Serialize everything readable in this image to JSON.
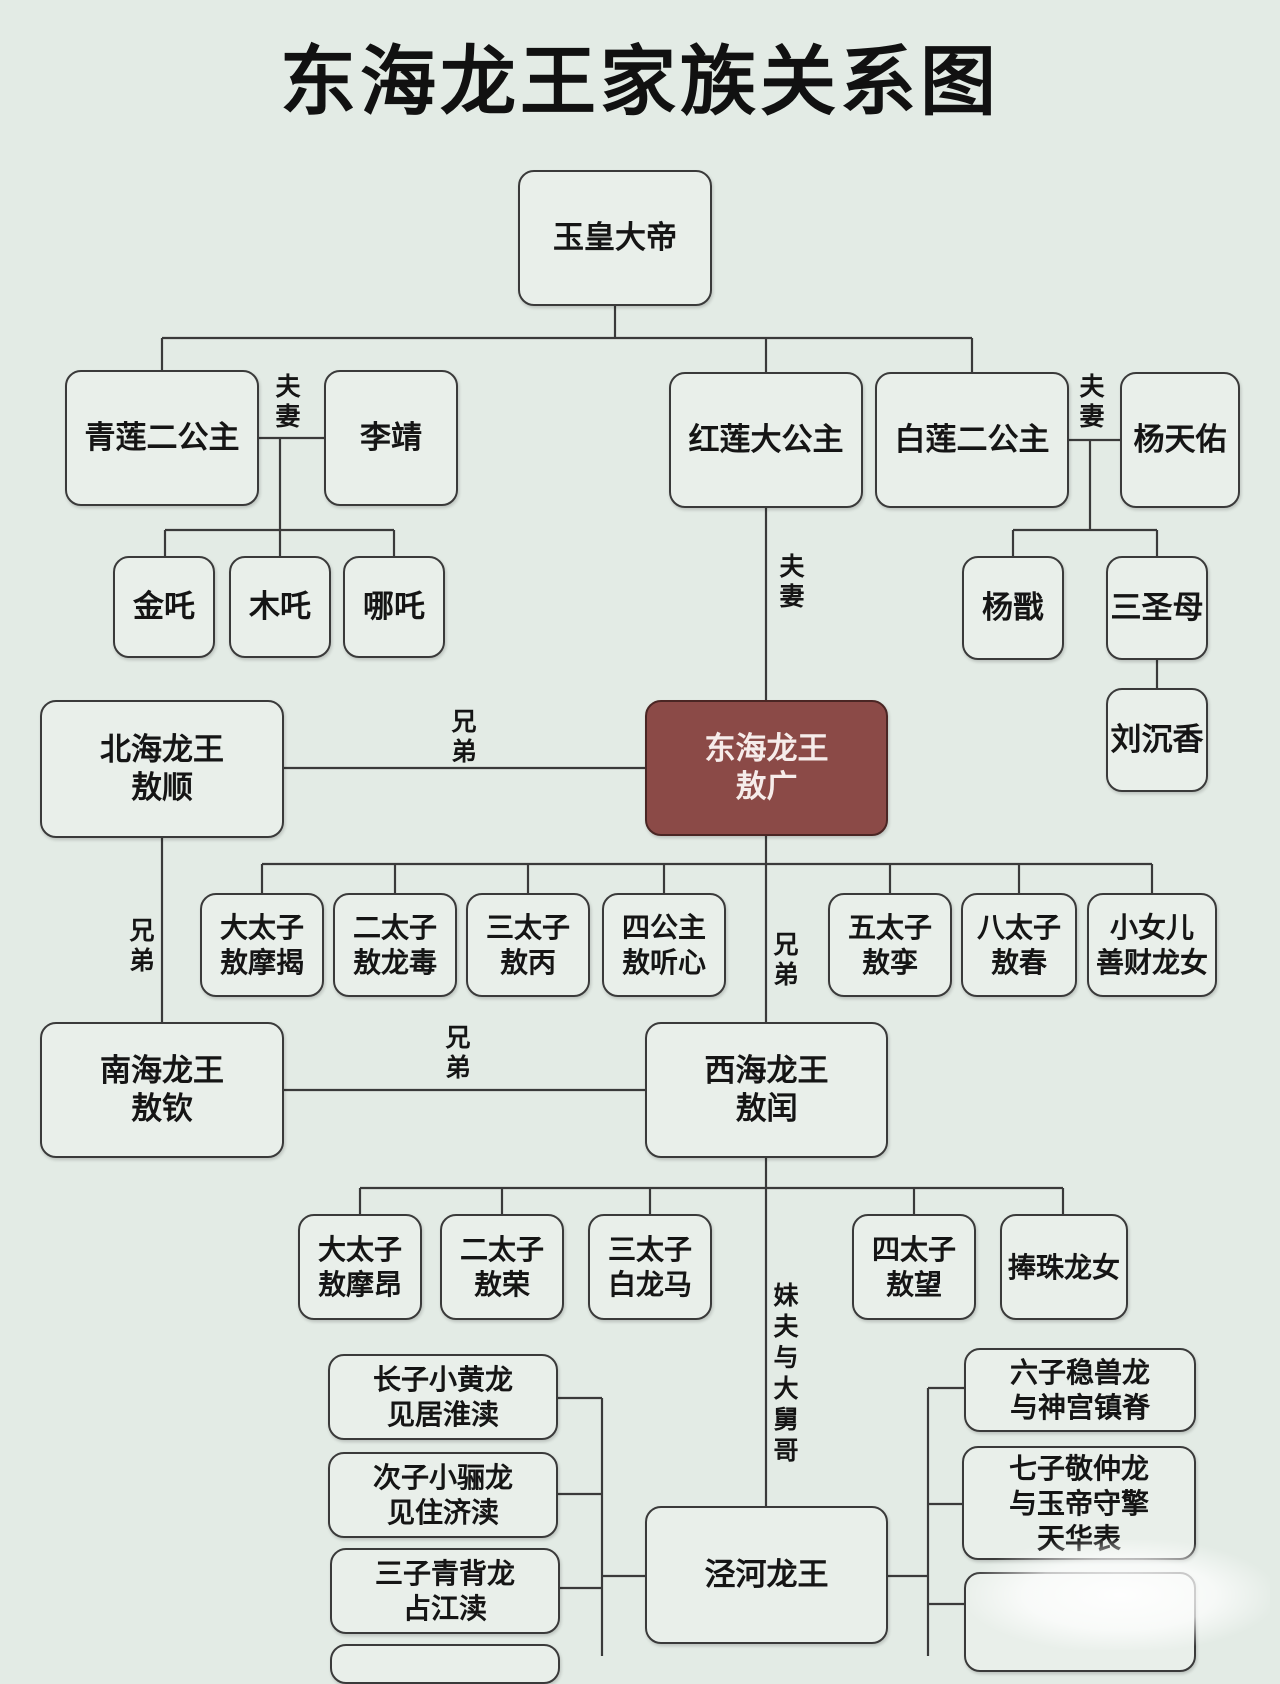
{
  "title": "东海龙王家族关系图",
  "nodes": {
    "yuhuang": "玉皇大帝",
    "qinglian": "青莲二公主",
    "lijing": "李靖",
    "honglian": "红莲大公主",
    "bailian": "白莲二公主",
    "yangtianyou": "杨天佑",
    "jinzha": "金吒",
    "muzha": "木吒",
    "nezha": "哪吒",
    "yangjian": "杨戬",
    "sanshengmu": "三圣母",
    "liuchenxiang": "刘沉香",
    "beihai": "北海龙王\n敖顺",
    "donghai": "东海龙王\n敖广",
    "donghai_sons": [
      "大太子\n敖摩揭",
      "二太子\n敖龙毒",
      "三太子\n敖丙",
      "四公主\n敖听心",
      "五太子\n敖孪",
      "八太子\n敖春",
      "小女儿\n善财龙女"
    ],
    "nanhai": "南海龙王\n敖钦",
    "xihai": "西海龙王\n敖闰",
    "xihai_sons": [
      "大太子\n敖摩昂",
      "二太子\n敖荣",
      "三太子\n白龙马",
      "四太子\n敖望",
      "捧珠龙女"
    ],
    "jinghe": "泾河龙王",
    "jinghe_left": [
      "长子小黄龙\n见居淮渎",
      "次子小骊龙\n见住济渎",
      "三子青背龙\n占江渎"
    ],
    "jinghe_right": [
      "六子稳兽龙\n与神宫镇脊",
      "七子敬仲龙\n与玉帝守擎\n天华表"
    ]
  },
  "labels": {
    "couple1": "夫\n妻",
    "couple2": "夫\n妻",
    "couple3": "夫\n妻",
    "brother1": "兄\n弟",
    "brother2": "兄\n弟",
    "brother3": "兄\n弟",
    "brother4": "兄\n弟",
    "inlaw": "妹\n夫\n与\n大\n舅\n哥"
  },
  "colors": {
    "background": "#e3ebe5",
    "highlight": "#8b4a47",
    "line": "#3a3a3a"
  }
}
